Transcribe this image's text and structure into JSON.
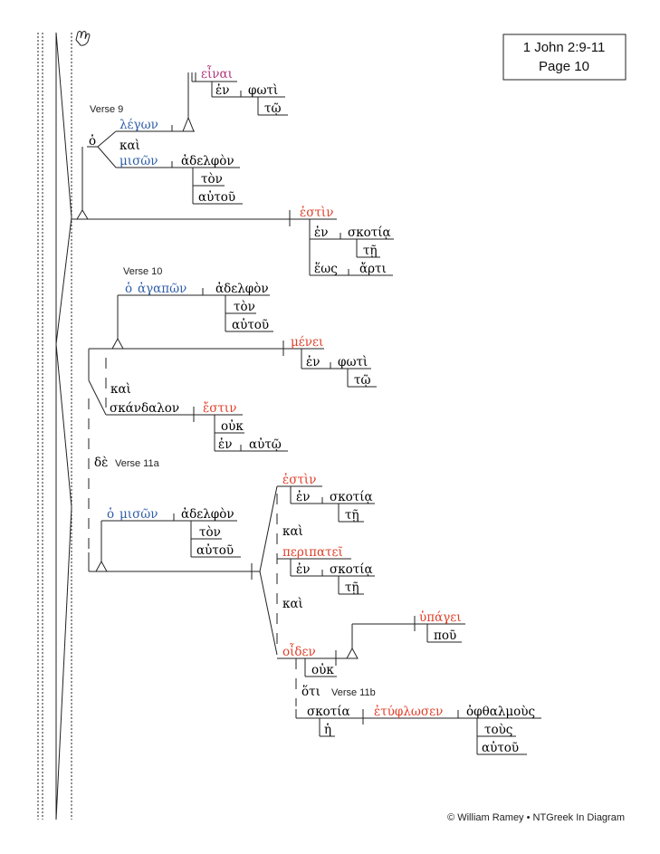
{
  "header": {
    "reference": "1 John 2:9-11",
    "page": "Page 10"
  },
  "footer": {
    "copyright": "© William Ramey • NTGreek In Diagram"
  },
  "colors": {
    "verb": "#e0402a",
    "participle": "#2f5ea8",
    "infinitive": "#b0357a",
    "text": "#222222"
  },
  "icons": {
    "hand": "hand-pointer-icon"
  },
  "verse_labels": {
    "v9": "Verse 9",
    "v10": "Verse 10",
    "v11a": "Verse 11a",
    "v11b": "Verse 11b"
  },
  "words": {
    "v9_einai": "εἶναι",
    "v9_en1": "ἐν",
    "v9_foti1": "φωτὶ",
    "v9_to1": "τῷ",
    "v9_ho": "ὁ",
    "v9_legon": "λέγων",
    "v9_kai": "καὶ",
    "v9_mison": "μισῶν",
    "v9_adelfon": "ἀδελφὸν",
    "v9_ton": "τὸν",
    "v9_autou": "αὐτοῦ",
    "v9_estin": "ἐστὶν",
    "v9_en2": "ἐν",
    "v9_skotia": "σκοτίᾳ",
    "v9_te": "τῇ",
    "v9_heos": "ἕως",
    "v9_arti": "ἄρτι",
    "v10_ho": "ὁ",
    "v10_agapon": "ἀγαπῶν",
    "v10_adelfon": "ἀδελφὸν",
    "v10_ton": "τὸν",
    "v10_autou": "αὐτοῦ",
    "v10_menei": "μένει",
    "v10_en": "ἐν",
    "v10_foti": "φωτὶ",
    "v10_to": "τῷ",
    "v10_kai": "καὶ",
    "v10_skandalon": "σκάνδαλον",
    "v10_estin": "ἔστιν",
    "v10_ouk": "οὐκ",
    "v10_en2": "ἐν",
    "v10_auto": "αὐτῷ",
    "v11_de": "δὲ",
    "v11_ho": "ὁ",
    "v11_mison": "μισῶν",
    "v11_adelfon": "ἀδελφὸν",
    "v11_ton": "τὸν",
    "v11_autou": "αὐτοῦ",
    "v11_estin": "ἐστὶν",
    "v11_en1": "ἐν",
    "v11_skotia1": "σκοτίᾳ",
    "v11_te1": "τῇ",
    "v11_kai1": "καὶ",
    "v11_peripatei": "περιπατεῖ",
    "v11_en2": "ἐν",
    "v11_skotia2": "σκοτίᾳ",
    "v11_te2": "τῇ",
    "v11_kai2": "καὶ",
    "v11_hypagei": "ὑπάγει",
    "v11_pou": "ποῦ",
    "v11_oiden": "οἶδεν",
    "v11_ouk": "οὐκ",
    "v11_hoti": "ὅτι",
    "v11_skotia3": "σκοτία",
    "v11_etyflosen": "ἐτύφλωσεν",
    "v11_ofthalmous": "ὀφθαλμοὺς",
    "v11_he": "ἡ",
    "v11_tous": "τοὺς",
    "v11_autou2": "αὐτοῦ"
  }
}
